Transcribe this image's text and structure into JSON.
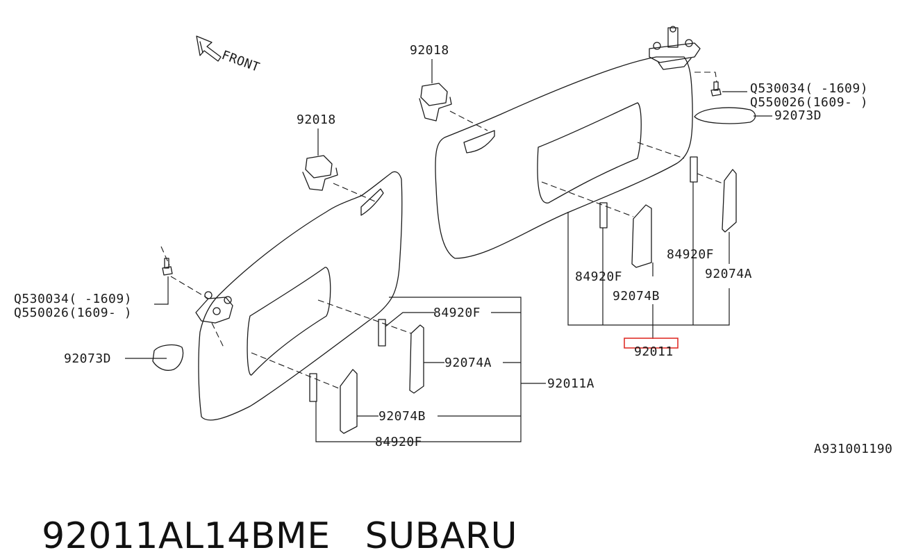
{
  "diagram": {
    "front_label": "FRONT",
    "ref_code": "A931001190",
    "highlight_color": "#e0302a",
    "labels": {
      "clip_left": "92018",
      "clip_right": "92018",
      "screw_left_1": "Q530034( -1609)",
      "screw_left_2": "Q550026(1609- )",
      "screw_right_1": "Q530034( -1609)",
      "screw_right_2": "Q550026(1609- )",
      "hook_left": "92073D",
      "hook_right": "92073D",
      "left_84920f_a": "84920F",
      "left_92074a": "92074A",
      "left_92011a": "92011A",
      "left_92074b": "92074B",
      "left_84920f_b": "84920F",
      "right_84920f_a": "84920F",
      "right_84920f_b": "84920F",
      "right_92074a": "92074A",
      "right_92074b": "92074B",
      "right_92011": "92011"
    }
  },
  "caption": {
    "part_number": "92011AL14BME",
    "brand": "SUBARU"
  }
}
